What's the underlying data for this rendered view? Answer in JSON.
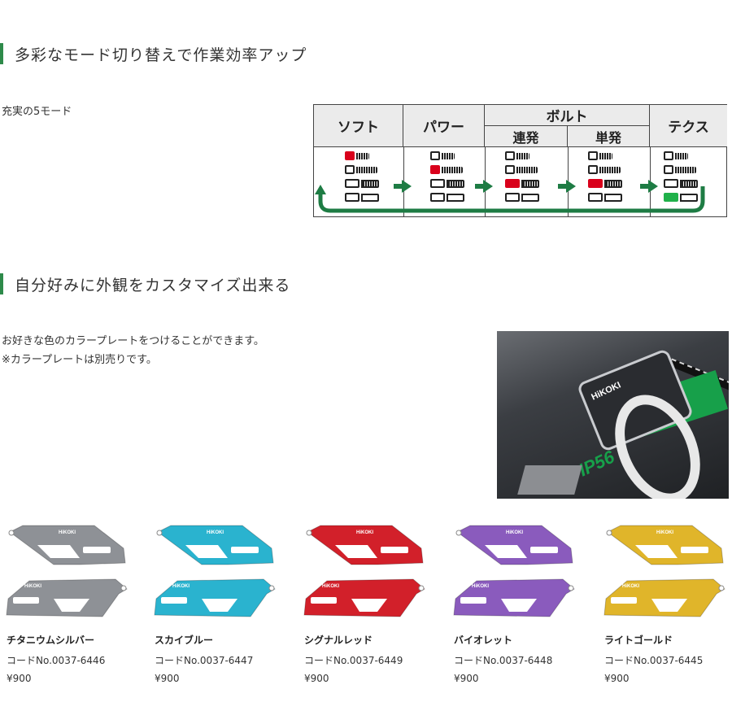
{
  "section1": {
    "title": "多彩なモード切り替えで作業効率アップ",
    "caption": "充実の5モード"
  },
  "mode_table": {
    "headers": {
      "soft": "ソフト",
      "power": "パワー",
      "bolt": "ボルト",
      "bolt_continuous": "連発",
      "bolt_single": "単発",
      "tex": "テクス"
    },
    "colors": {
      "active_red": "#d9001b",
      "active_green": "#20b14a",
      "loop_arrow": "#1e7c44"
    }
  },
  "section2": {
    "title": "自分好みに外観をカスタマイズ出来る",
    "desc_line1": "お好きな色のカラープレートをつけることができます。",
    "desc_line2": "※カラープレートは別売りです。"
  },
  "photo": {
    "logo": "HiKOKI",
    "badge": "IP56"
  },
  "plates": [
    {
      "name": "チタニウムシルバー",
      "code": "コードNo.0037-6446",
      "price": "¥900",
      "color": "#8e9196",
      "logo": "HiKOKI"
    },
    {
      "name": "スカイブルー",
      "code": "コードNo.0037-6447",
      "price": "¥900",
      "color": "#2ab3cf",
      "logo": "HiKOKI"
    },
    {
      "name": "シグナルレッド",
      "code": "コードNo.0037-6449",
      "price": "¥900",
      "color": "#d2202a",
      "logo": "HiKOKI"
    },
    {
      "name": "バイオレット",
      "code": "コードNo.0037-6448",
      "price": "¥900",
      "color": "#8a5bbd",
      "logo": "HiKOKI"
    },
    {
      "name": "ライトゴールド",
      "code": "コードNo.0037-6445",
      "price": "¥900",
      "color": "#e0b52a",
      "logo": "HiKOKI"
    }
  ]
}
